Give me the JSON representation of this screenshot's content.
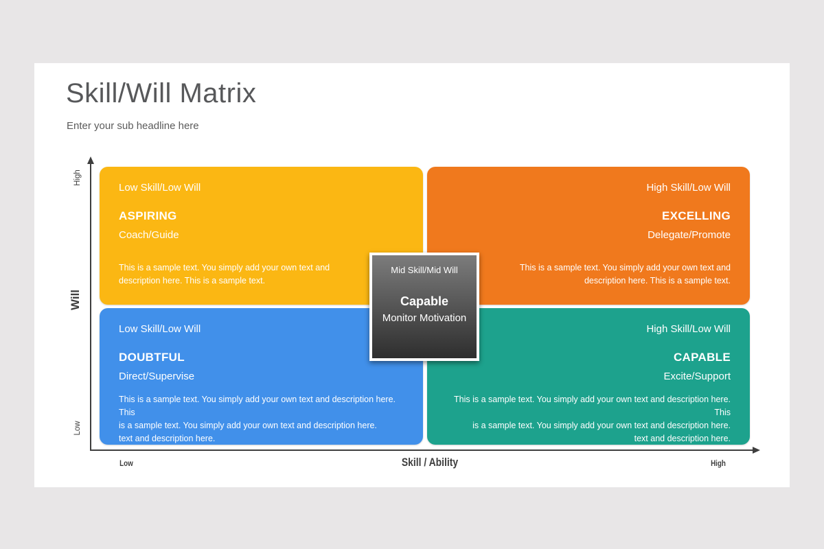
{
  "slide": {
    "title": "Skill/Will Matrix",
    "subtitle": "Enter your sub headline here"
  },
  "axes": {
    "y_axis_label": "Will",
    "y_high": "High",
    "y_low": "Low",
    "x_axis_label": "Skill / Ability",
    "x_low": "Low",
    "x_high": "High",
    "axis_color": "#3E3E3E"
  },
  "quadrants": [
    {
      "position": "top-left",
      "align": "left",
      "color": "#FBB713",
      "label": "Low Skill/Low Will",
      "title": "ASPIRING",
      "subtitle": "Coach/Guide",
      "body": "This is a sample text. You simply add your own text and\ndescription here. This is a sample text."
    },
    {
      "position": "top-right",
      "align": "right",
      "color": "#F0791D",
      "label": "High Skill/Low Will",
      "title": "EXCELLING",
      "subtitle": "Delegate/Promote",
      "body": "This is a sample text. You simply add your own text and\ndescription here. This is a sample text."
    },
    {
      "position": "bottom-left",
      "align": "left",
      "color": "#4190EA",
      "label": "Low Skill/Low Will",
      "title": "DOUBTFUL",
      "subtitle": "Direct/Supervise",
      "body": "This is a sample text. You simply add your own text and description here. This\nis a sample text. You simply add your own text and description here.\ntext and description here."
    },
    {
      "position": "bottom-right",
      "align": "right",
      "color": "#1DA28D",
      "label": "High Skill/Low Will",
      "title": "CAPABLE",
      "subtitle": "Excite/Support",
      "body": "This is a sample text. You simply add your own text and description here. This\nis a sample text. You simply add your own text and description here.\ntext and description here."
    }
  ],
  "center": {
    "label": "Mid Skill/Mid Will",
    "title": "Capable",
    "subtitle": "Monitor Motivation",
    "gradient_top": "#7C7C7C",
    "gradient_bottom": "#2E2E2E"
  },
  "colors": {
    "page_background": "#E8E6E7",
    "slide_background": "#FFFFFF",
    "title_text": "#57585A",
    "quadrant_text": "#FFFFFF"
  }
}
